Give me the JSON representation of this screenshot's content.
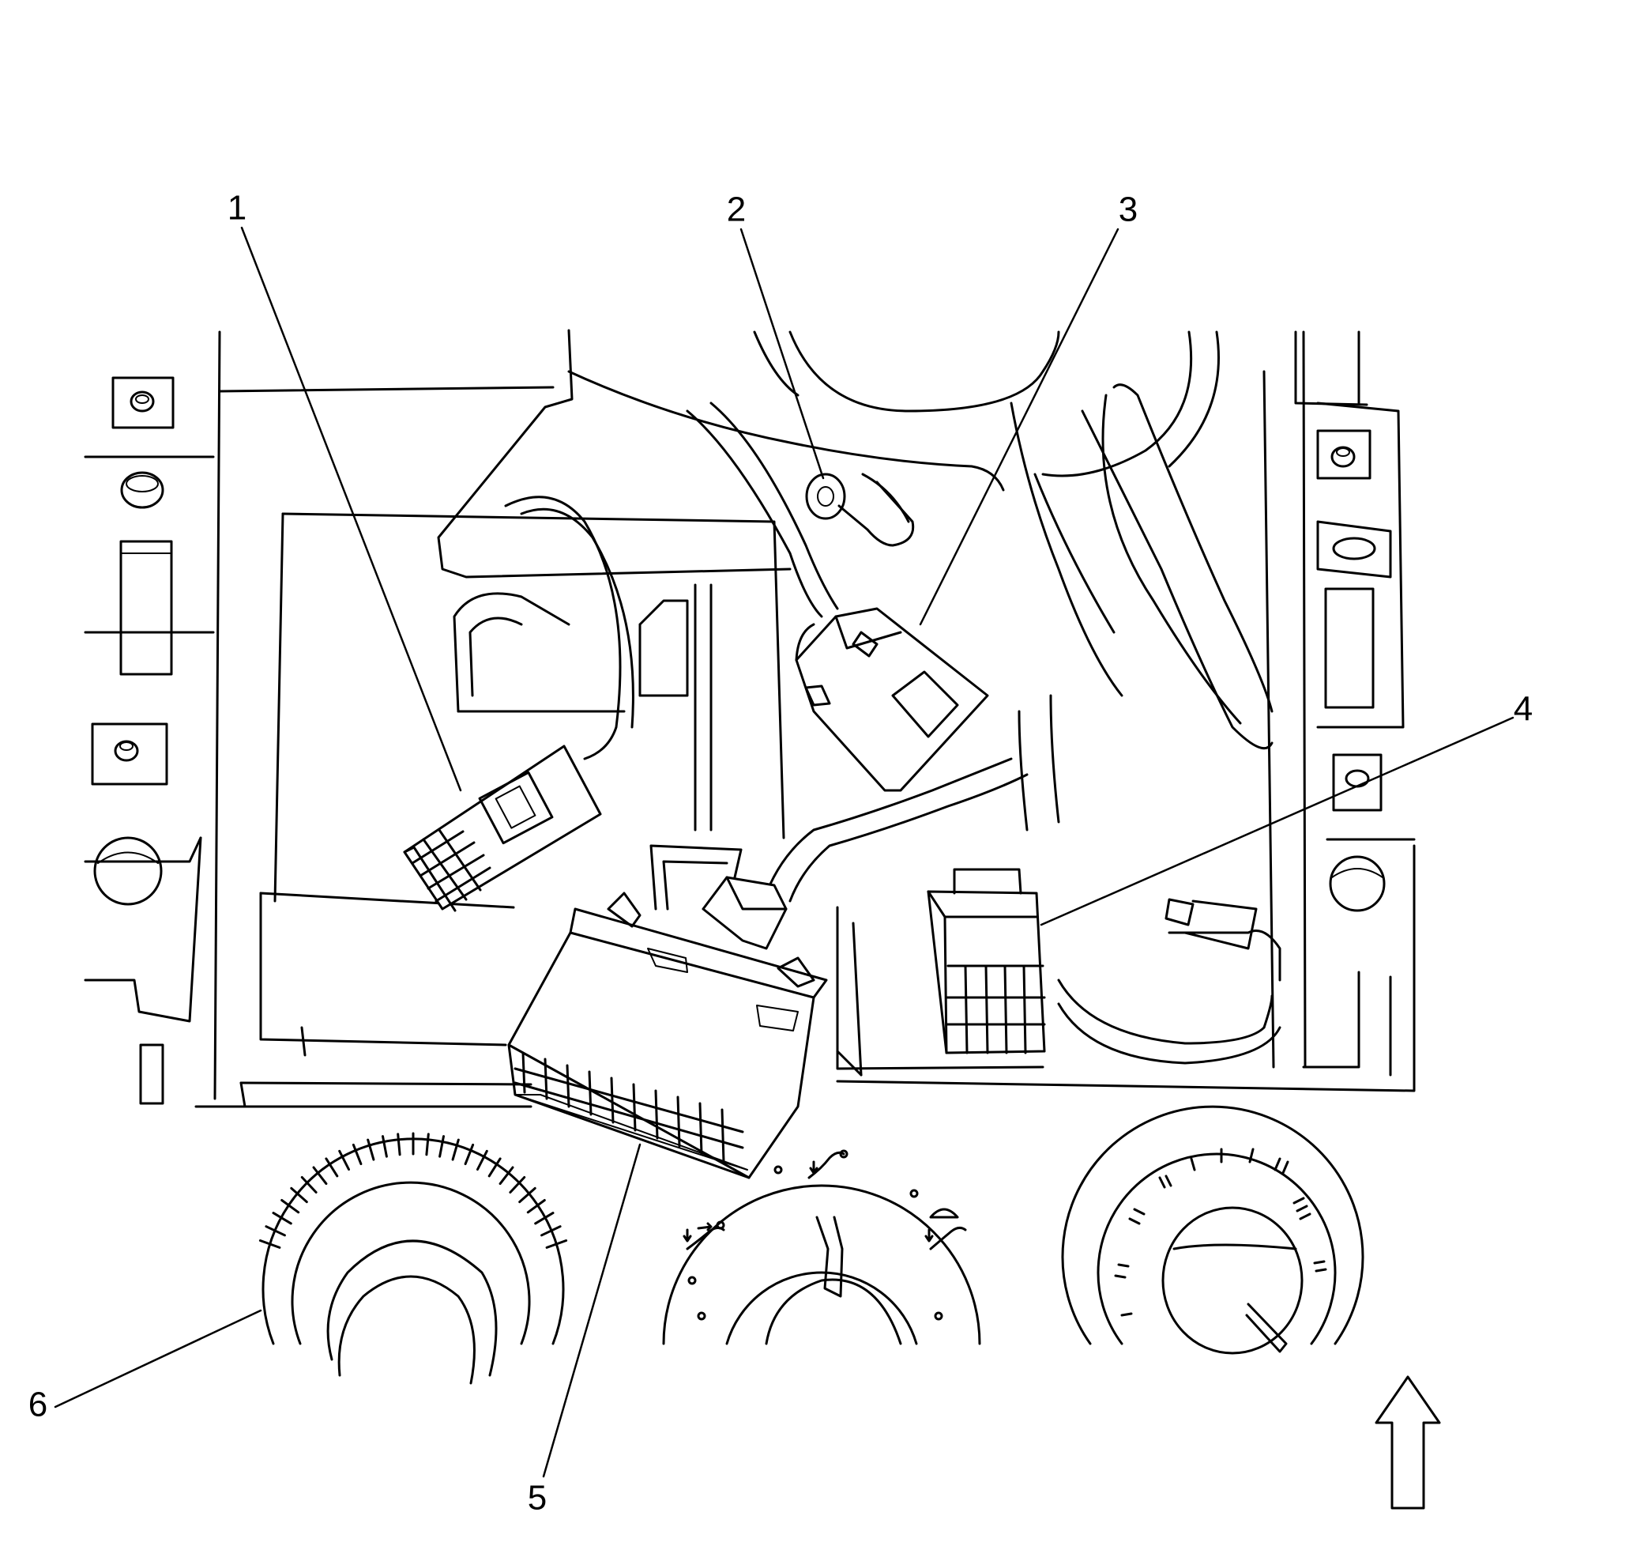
{
  "callouts": [
    {
      "id": "callout-1",
      "label": "1"
    },
    {
      "id": "callout-2",
      "label": "2"
    },
    {
      "id": "callout-3",
      "label": "3"
    },
    {
      "id": "callout-4",
      "label": "4"
    },
    {
      "id": "callout-5",
      "label": "5"
    },
    {
      "id": "callout-6",
      "label": "6"
    }
  ],
  "icons": {
    "orientation_arrow": "up-arrow-icon"
  }
}
